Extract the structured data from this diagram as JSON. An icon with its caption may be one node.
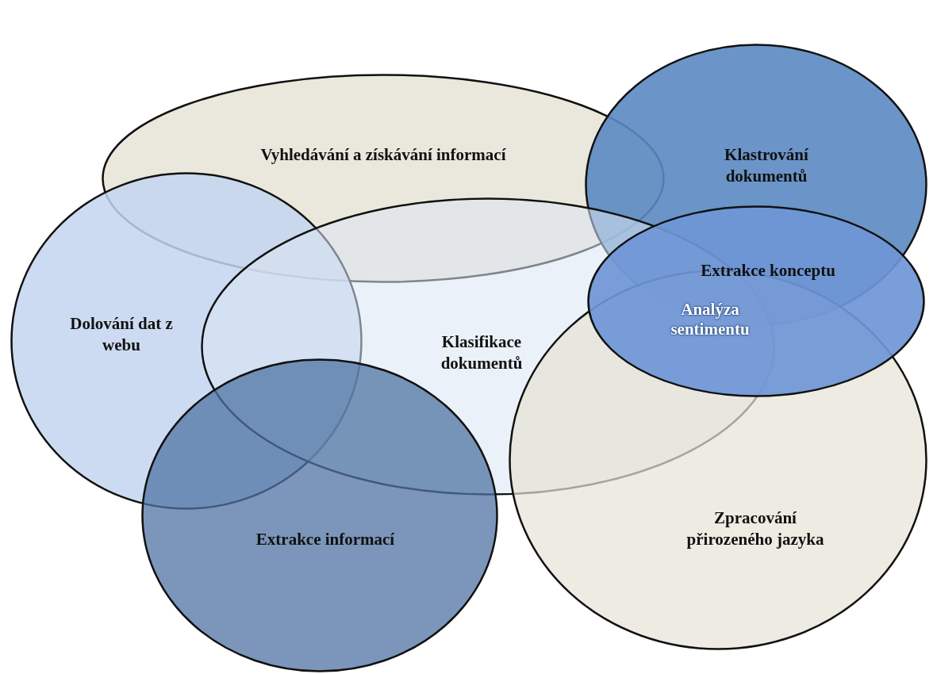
{
  "diagram": {
    "nodes": [
      {
        "text": [
          "Vyhledávání a získávání informací"
        ]
      },
      {
        "text": [
          "Klastrování dokumentů"
        ]
      },
      {
        "text": [
          "Dolování dat z webu"
        ]
      },
      {
        "text": [
          "Extrakce konceptu"
        ]
      },
      {
        "text": [
          "Klasifikace dokumentů"
        ]
      },
      {
        "text": [
          "Extrakce informací"
        ]
      },
      {
        "text": [
          "Zpracování přirozeného jazyka"
        ]
      }
    ],
    "edges": [],
    "labels": [
      "Analýza sentimentu"
    ]
  }
}
